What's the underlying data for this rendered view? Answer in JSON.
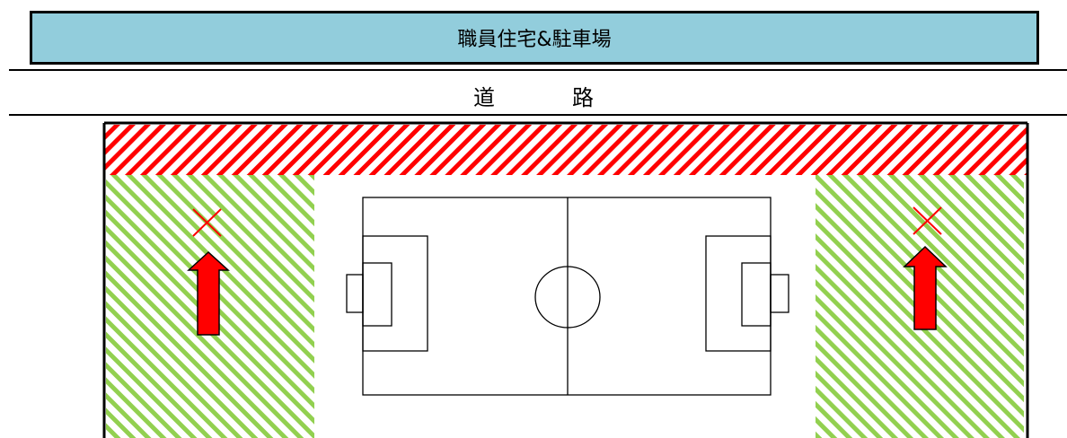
{
  "banner": {
    "label": "職員住宅&駐車場",
    "color": "#92cddc"
  },
  "road": {
    "char_1": "道",
    "char_2": "路"
  },
  "zones": {
    "restricted_stripe_color": "#ff0000",
    "open_stripe_color": "#92d050"
  },
  "markers": {
    "cross_icon": "cross-mark",
    "arrow_icon": "arrow-up",
    "color": "#ff0000"
  }
}
